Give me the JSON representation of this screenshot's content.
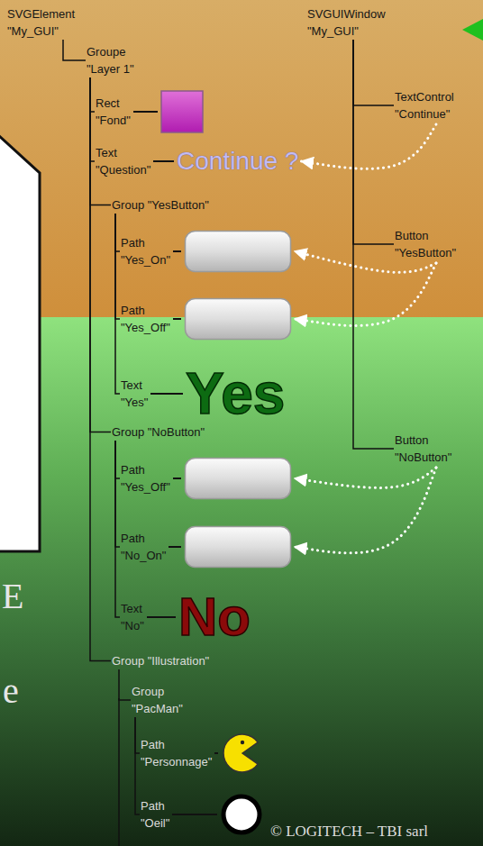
{
  "diagram": {
    "nodes": [
      {
        "text": [
          "SVGElement",
          "\"My_GUI\""
        ]
      },
      {
        "text": [
          "Groupe",
          "\"Layer 1\""
        ]
      },
      {
        "text": [
          "Rect",
          "\"Fond\""
        ]
      },
      {
        "text": [
          "Text",
          "\"Question\"",
          "Continue ?"
        ]
      },
      {
        "text": [
          "Group \"YesButton\""
        ]
      },
      {
        "text": [
          "Path",
          "\"Yes_On\""
        ]
      },
      {
        "text": [
          "Path",
          "\"Yes_Off\""
        ]
      },
      {
        "text": [
          "Text",
          "\"Yes\"",
          "Yes"
        ]
      },
      {
        "text": [
          "Group \"NoButton\""
        ]
      },
      {
        "text": [
          "Path",
          "\"Yes_Off\""
        ]
      },
      {
        "text": [
          "Path",
          "\"No_On\""
        ]
      },
      {
        "text": [
          "Text",
          "\"No\"",
          "No"
        ]
      },
      {
        "text": [
          "Group \"Illustration\""
        ]
      },
      {
        "text": [
          "Group",
          "\"PacMan\""
        ]
      },
      {
        "text": [
          "Path",
          "\"Personnage\""
        ]
      },
      {
        "text": [
          "Path",
          "\"Oeil\""
        ]
      },
      {
        "text": [
          "SVGUIWindow",
          "\"My_GUI\""
        ]
      },
      {
        "text": [
          "TextControl",
          "\"Continue\""
        ]
      },
      {
        "text": [
          "Button",
          "\"YesButton\""
        ]
      },
      {
        "text": [
          "Button",
          "\"NoButton\""
        ]
      }
    ],
    "edges": [
      {
        "from": 0,
        "to": 1,
        "arrow": "none"
      },
      {
        "from": 1,
        "to": 2,
        "arrow": "none"
      },
      {
        "from": 1,
        "to": 3,
        "arrow": "none"
      },
      {
        "from": 1,
        "to": 4,
        "arrow": "none"
      },
      {
        "from": 4,
        "to": 5,
        "arrow": "none"
      },
      {
        "from": 4,
        "to": 6,
        "arrow": "none"
      },
      {
        "from": 4,
        "to": 7,
        "arrow": "none"
      },
      {
        "from": 1,
        "to": 8,
        "arrow": "none"
      },
      {
        "from": 8,
        "to": 9,
        "arrow": "none"
      },
      {
        "from": 8,
        "to": 10,
        "arrow": "none"
      },
      {
        "from": 8,
        "to": 11,
        "arrow": "none"
      },
      {
        "from": 1,
        "to": 12,
        "arrow": "none"
      },
      {
        "from": 12,
        "to": 13,
        "arrow": "none"
      },
      {
        "from": 13,
        "to": 14,
        "arrow": "none"
      },
      {
        "from": 13,
        "to": 15,
        "arrow": "none"
      },
      {
        "from": 16,
        "to": 17,
        "arrow": "none"
      },
      {
        "from": 16,
        "to": 18,
        "arrow": "none"
      },
      {
        "from": 16,
        "to": 19,
        "arrow": "none"
      },
      {
        "from": 17,
        "to": 3,
        "arrow": "to"
      },
      {
        "from": 18,
        "to": 5,
        "arrow": "to"
      },
      {
        "from": 18,
        "to": 6,
        "arrow": "to"
      },
      {
        "from": 19,
        "to": 9,
        "arrow": "to"
      },
      {
        "from": 19,
        "to": 10,
        "arrow": "to"
      }
    ],
    "labels": [
      "E",
      "e",
      "© LOGITECH – TBI sarl"
    ]
  }
}
